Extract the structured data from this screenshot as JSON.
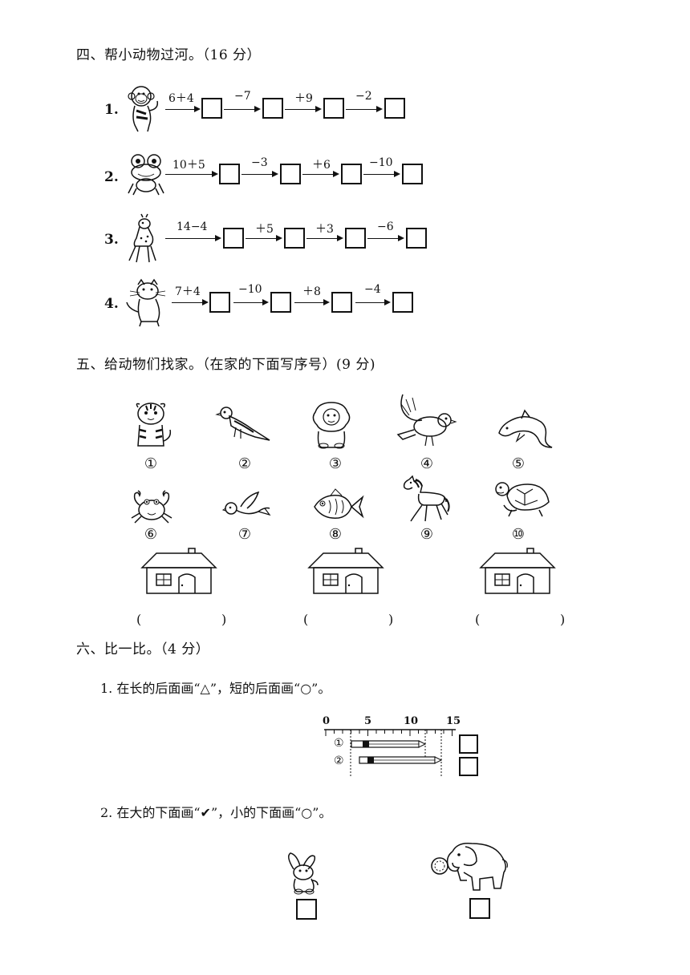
{
  "section4": {
    "title": "四、帮小动物过河。（16 分）",
    "rows": [
      {
        "number": "1.",
        "animal": "monkey",
        "ops": [
          "6＋4",
          "−7",
          "＋9",
          "−2"
        ]
      },
      {
        "number": "2.",
        "animal": "frog",
        "ops": [
          "10＋5",
          "−3",
          "＋6",
          "−10"
        ]
      },
      {
        "number": "3.",
        "animal": "deer",
        "ops": [
          "14−4",
          "＋5",
          "＋3",
          "−6"
        ]
      },
      {
        "number": "4.",
        "animal": "cat",
        "ops": [
          "7＋4",
          "−10",
          "＋8",
          "−4"
        ]
      }
    ]
  },
  "section5": {
    "title": "五、给动物们找家。（在家的下面写序号）(9 分)",
    "animals_row1": [
      {
        "label": "①",
        "animal": "tiger"
      },
      {
        "label": "②",
        "animal": "bird"
      },
      {
        "label": "③",
        "animal": "lion"
      },
      {
        "label": "④",
        "animal": "dove"
      },
      {
        "label": "⑤",
        "animal": "dolphin"
      }
    ],
    "animals_row2": [
      {
        "label": "⑥",
        "animal": "crab"
      },
      {
        "label": "⑦",
        "animal": "bird"
      },
      {
        "label": "⑧",
        "animal": "fish"
      },
      {
        "label": "⑨",
        "animal": "horse"
      },
      {
        "label": "⑩",
        "animal": "turtle"
      }
    ],
    "houses": [
      {
        "paren_open": "(",
        "paren_close": ")"
      },
      {
        "paren_open": "(",
        "paren_close": ")"
      },
      {
        "paren_open": "(",
        "paren_close": ")"
      }
    ]
  },
  "section6": {
    "title": "六、比一比。（4 分）",
    "q1": {
      "text": "1.  在长的后面画“△”，短的后面画“○”。",
      "ruler_ticks": [
        "0",
        "5",
        "10",
        "15"
      ],
      "pencil_labels": [
        "①",
        "②"
      ]
    },
    "q2": {
      "text": "2.  在大的下面画“✔”，小的下面画“○”。",
      "animals": [
        "rabbit",
        "elephant"
      ]
    }
  }
}
